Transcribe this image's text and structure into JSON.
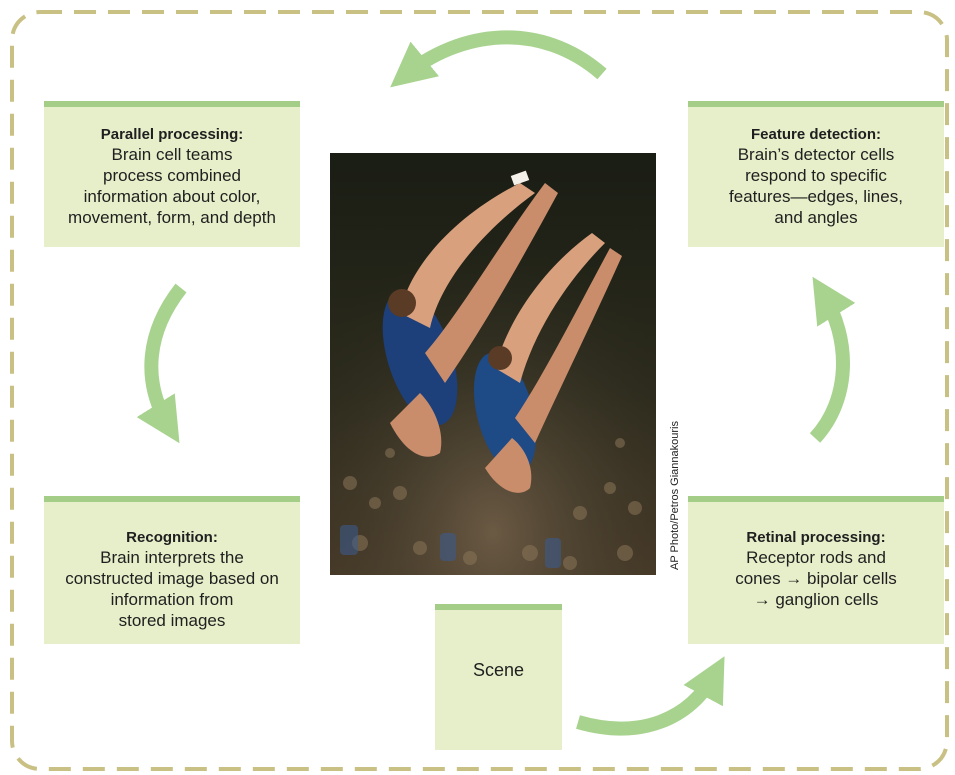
{
  "colors": {
    "box_fill": "#e6efc9",
    "box_top_bar": "#a4ce88",
    "arrow": "#a8d38f",
    "frame_dash": "#c9c084"
  },
  "boxes": {
    "parallel": {
      "title": "Parallel processing:",
      "body": "Brain cell teams\nprocess combined\ninformation about color,\nmovement, form, and depth"
    },
    "feature": {
      "title": "Feature detection:",
      "body": "Brain’s detector cells\nrespond to specific\nfeatures—edges, lines,\nand angles"
    },
    "recognition": {
      "title": "Recognition:",
      "body": "Brain interprets the\nconstructed image based on\ninformation from\nstored images"
    },
    "retinal": {
      "title": "Retinal processing:",
      "body": "Receptor rods and\ncones → bipolar cells\n→ ganglion cells"
    },
    "scene": {
      "label": "Scene"
    }
  },
  "photo": {
    "credit": "AP Photo/Petros Giannakouris",
    "icon": "divers-photo"
  }
}
